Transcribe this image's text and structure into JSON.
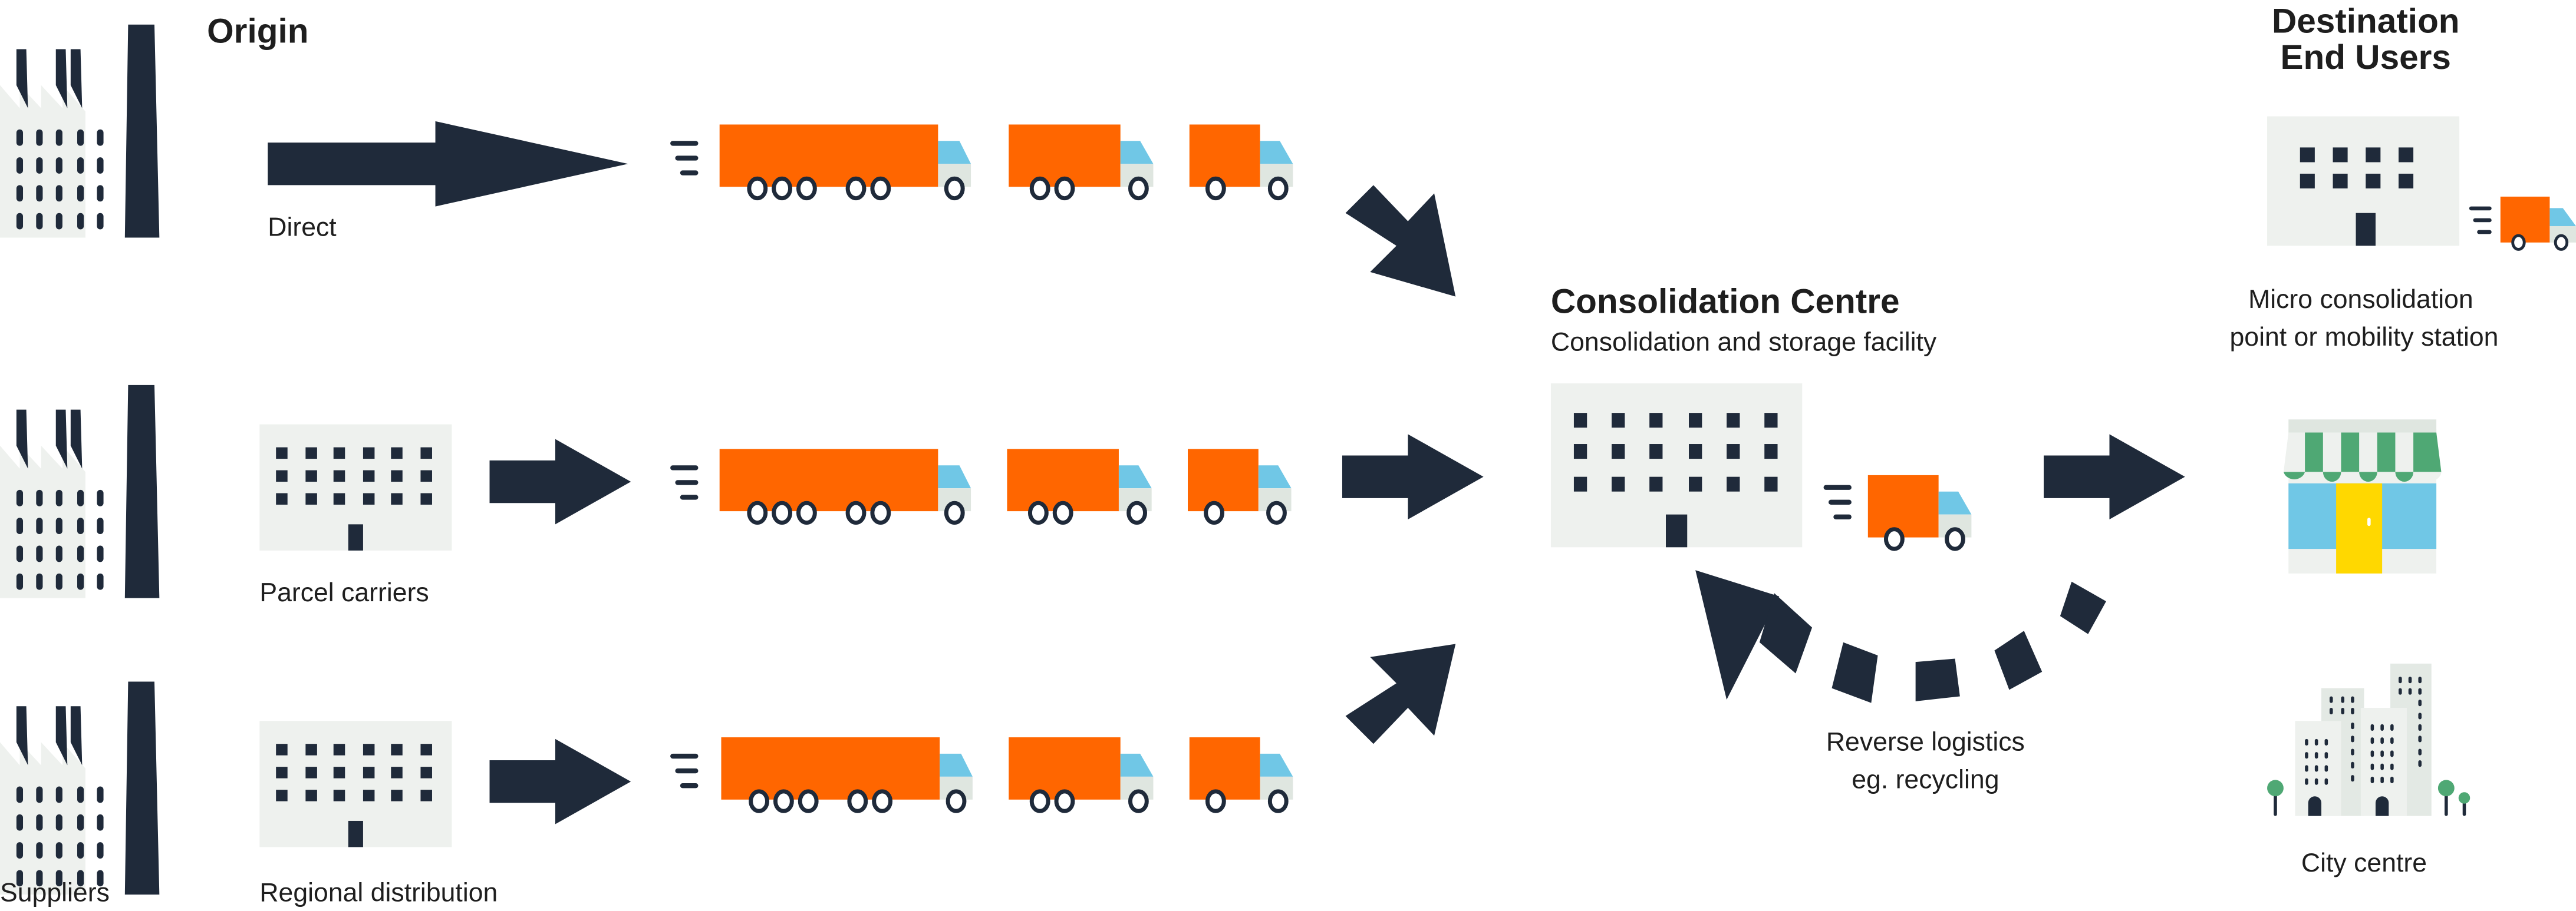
{
  "colors": {
    "navy": "#1f2a3a",
    "orange": "#ff6600",
    "cab_blue": "#70c7e6",
    "building": "#eef1ee",
    "green": "#4fa874",
    "yellow": "#ffd800",
    "text": "#1e1e1e"
  },
  "headings": {
    "origin": "Origin",
    "destination_line1": "Destination",
    "destination_line2": "End Users"
  },
  "origin": {
    "suppliers_label": "Suppliers",
    "routes": [
      {
        "label": "Direct",
        "icon": "factory-icon"
      },
      {
        "label": "Parcel carriers",
        "icon": "office-building-icon"
      },
      {
        "label": "Regional distribution",
        "icon": "office-building-icon"
      }
    ]
  },
  "consolidation": {
    "title": "Consolidation Centre",
    "subtitle": "Consolidation and storage facility"
  },
  "reverse": {
    "line1": "Reverse logistics",
    "line2": "eg. recycling"
  },
  "destinations": [
    {
      "line1": "Micro consolidation",
      "line2": "point or mobility station",
      "icon": "micro-hub-icon"
    },
    {
      "line1": "",
      "line2": "",
      "icon": "shop-icon"
    },
    {
      "line1": "City centre",
      "line2": "",
      "icon": "city-buildings-icon"
    }
  ],
  "truck_sizes": [
    "large",
    "medium",
    "small"
  ]
}
